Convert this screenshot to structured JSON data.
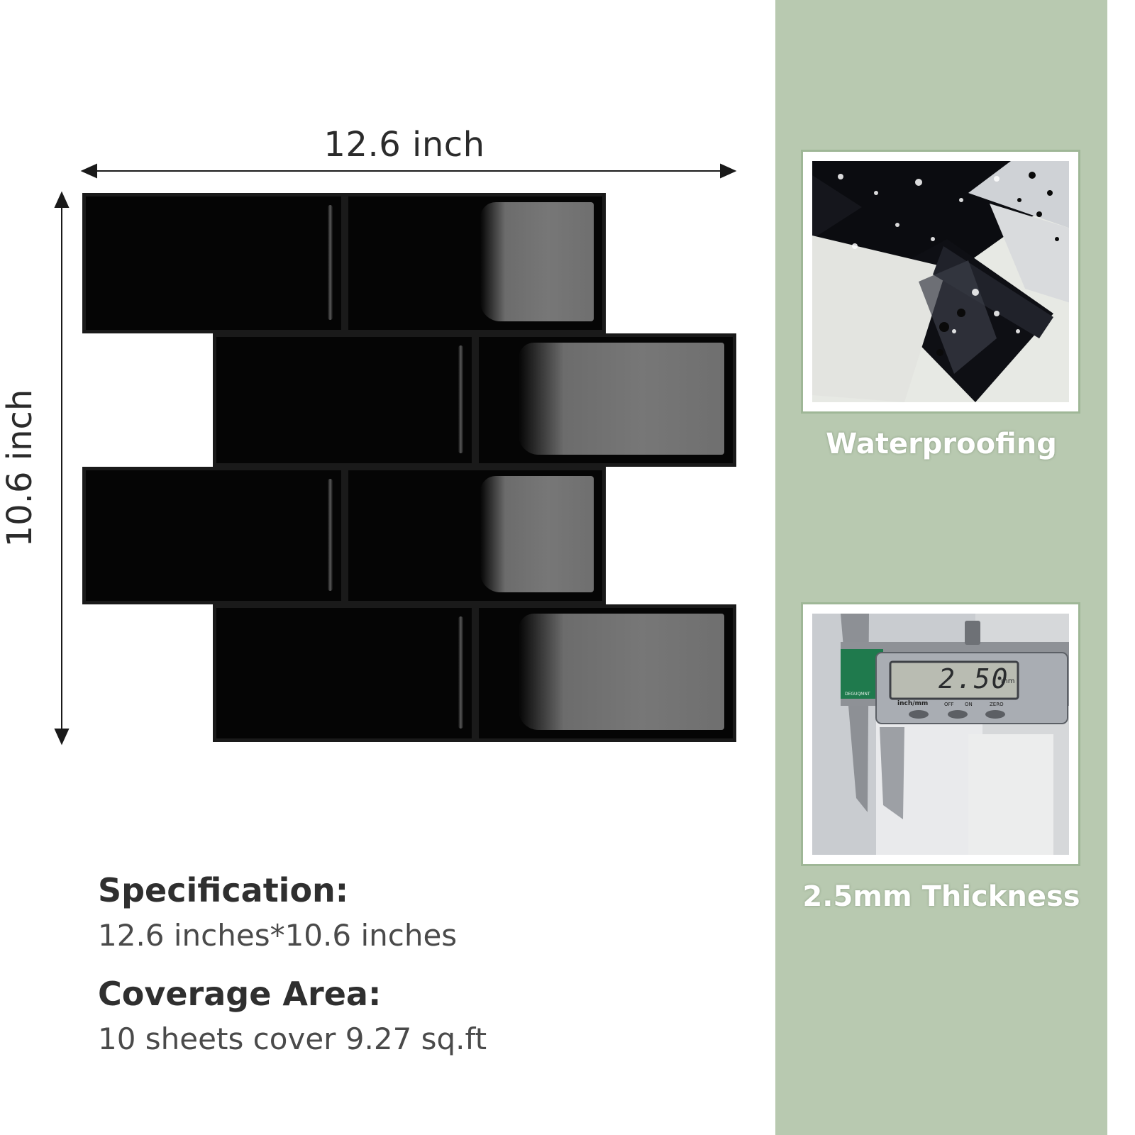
{
  "dimensions": {
    "width_label": "12.6 inch",
    "height_label": "10.6 inch"
  },
  "product": {
    "tile_color": "#050505",
    "tile_layout": "subway brick, 4 rows × 2 tiles, alternate rows offset"
  },
  "specification": {
    "title": "Specification:",
    "value": "12.6 inches*10.6 inches"
  },
  "coverage": {
    "title": "Coverage Area:",
    "value": "10 sheets cover 9.27 sq.ft"
  },
  "features": [
    {
      "caption": "Waterproofing",
      "icon": "water-droplets-photo"
    },
    {
      "caption": "2.5mm Thickness",
      "icon": "caliper-photo"
    }
  ],
  "caliper": {
    "reading": "2.50",
    "unit": "mm",
    "brand": "DEGUQMNT",
    "mode_label": "inch/mm",
    "buttons": [
      "OFF",
      "ON",
      "ZERO"
    ]
  },
  "colors": {
    "panel": "#b8c9b0",
    "frame": "#9fb797"
  }
}
